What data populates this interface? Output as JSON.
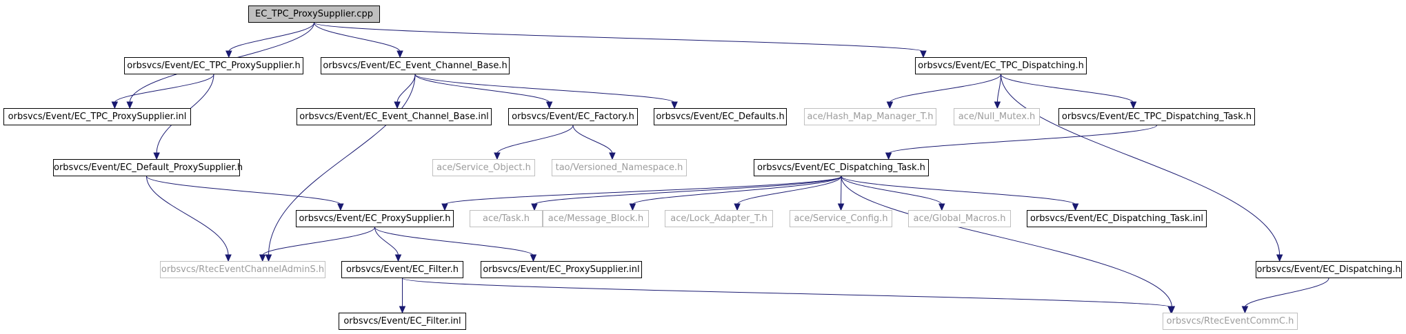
{
  "colors": {
    "edge": "#191970",
    "node_border": "#000000",
    "external_border": "#bfbfbf",
    "external_text": "#9c9c9c",
    "root_fill": "#bfbfbf"
  },
  "nodes": {
    "root": "EC_TPC_ProxySupplier.cpp",
    "ec_tpc_proxysupplier_h": "orbsvcs/Event/EC_TPC_ProxySupplier.h",
    "ec_event_channel_base_h": "orbsvcs/Event/EC_Event_Channel_Base.h",
    "ec_tpc_dispatching_h": "orbsvcs/Event/EC_TPC_Dispatching.h",
    "ec_tpc_proxysupplier_inl": "orbsvcs/Event/EC_TPC_ProxySupplier.inl",
    "ec_event_channel_base_inl": "orbsvcs/Event/EC_Event_Channel_Base.inl",
    "ec_factory_h": "orbsvcs/Event/EC_Factory.h",
    "ec_defaults_h": "orbsvcs/Event/EC_Defaults.h",
    "hash_map_manager_t_h": "ace/Hash_Map_Manager_T.h",
    "null_mutex_h": "ace/Null_Mutex.h",
    "ec_tpc_dispatching_task_h": "orbsvcs/Event/EC_TPC_Dispatching_Task.h",
    "ec_default_proxysupplier_h": "orbsvcs/Event/EC_Default_ProxySupplier.h",
    "service_object_h": "ace/Service_Object.h",
    "versioned_namespace_h": "tao/Versioned_Namespace.h",
    "ec_dispatching_task_h": "orbsvcs/Event/EC_Dispatching_Task.h",
    "ec_proxysupplier_h": "orbsvcs/Event/EC_ProxySupplier.h",
    "task_h": "ace/Task.h",
    "message_block_h": "ace/Message_Block.h",
    "lock_adapter_t_h": "ace/Lock_Adapter_T.h",
    "service_config_h": "ace/Service_Config.h",
    "global_macros_h": "ace/Global_Macros.h",
    "ec_dispatching_task_inl": "orbsvcs/Event/EC_Dispatching_Task.inl",
    "rtec_event_channel_admin_s_h": "orbsvcs/RtecEventChannelAdminS.h",
    "ec_filter_h": "orbsvcs/Event/EC_Filter.h",
    "ec_proxysupplier_inl": "orbsvcs/Event/EC_ProxySupplier.inl",
    "ec_dispatching_h": "orbsvcs/Event/EC_Dispatching.h",
    "ec_filter_inl": "orbsvcs/Event/EC_Filter.inl",
    "rtec_event_comm_c_h": "orbsvcs/RtecEventCommC.h"
  },
  "edges": [
    [
      "root",
      "ec_tpc_proxysupplier_inl"
    ],
    [
      "root",
      "ec_tpc_proxysupplier_h"
    ],
    [
      "root",
      "ec_event_channel_base_h"
    ],
    [
      "root",
      "ec_tpc_dispatching_h"
    ],
    [
      "ec_tpc_proxysupplier_h",
      "ec_tpc_proxysupplier_inl"
    ],
    [
      "ec_tpc_proxysupplier_h",
      "ec_default_proxysupplier_h"
    ],
    [
      "ec_event_channel_base_h",
      "ec_event_channel_base_inl"
    ],
    [
      "ec_event_channel_base_h",
      "ec_factory_h"
    ],
    [
      "ec_event_channel_base_h",
      "ec_defaults_h"
    ],
    [
      "ec_event_channel_base_h",
      "rtec_event_channel_admin_s_h"
    ],
    [
      "ec_factory_h",
      "service_object_h"
    ],
    [
      "ec_factory_h",
      "versioned_namespace_h"
    ],
    [
      "ec_tpc_dispatching_h",
      "hash_map_manager_t_h"
    ],
    [
      "ec_tpc_dispatching_h",
      "null_mutex_h"
    ],
    [
      "ec_tpc_dispatching_h",
      "ec_tpc_dispatching_task_h"
    ],
    [
      "ec_tpc_dispatching_h",
      "ec_dispatching_h"
    ],
    [
      "ec_tpc_dispatching_task_h",
      "ec_dispatching_task_h"
    ],
    [
      "ec_default_proxysupplier_h",
      "ec_proxysupplier_h"
    ],
    [
      "ec_default_proxysupplier_h",
      "rtec_event_channel_admin_s_h"
    ],
    [
      "ec_dispatching_task_h",
      "ec_proxysupplier_h"
    ],
    [
      "ec_dispatching_task_h",
      "task_h"
    ],
    [
      "ec_dispatching_task_h",
      "message_block_h"
    ],
    [
      "ec_dispatching_task_h",
      "lock_adapter_t_h"
    ],
    [
      "ec_dispatching_task_h",
      "service_config_h"
    ],
    [
      "ec_dispatching_task_h",
      "global_macros_h"
    ],
    [
      "ec_dispatching_task_h",
      "ec_dispatching_task_inl"
    ],
    [
      "ec_dispatching_task_h",
      "rtec_event_comm_c_h"
    ],
    [
      "ec_proxysupplier_h",
      "rtec_event_channel_admin_s_h"
    ],
    [
      "ec_proxysupplier_h",
      "ec_filter_h"
    ],
    [
      "ec_proxysupplier_h",
      "ec_proxysupplier_inl"
    ],
    [
      "ec_filter_h",
      "ec_filter_inl"
    ],
    [
      "ec_filter_h",
      "rtec_event_comm_c_h"
    ],
    [
      "ec_dispatching_h",
      "rtec_event_comm_c_h"
    ]
  ]
}
